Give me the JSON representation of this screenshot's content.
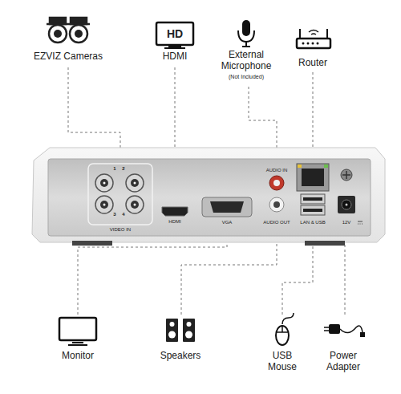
{
  "diagram": {
    "labels": [
      "EZVIZ Cameras",
      "HD",
      "HDMI",
      "External Microphone",
      "(Not Included)",
      "Router",
      "1",
      "2",
      "3",
      "4",
      "VIDEO IN",
      "HDMI",
      "VGA",
      "AUDIO IN",
      "AUDIO OUT",
      "LAN & USB",
      "12V",
      "Monitor",
      "Speakers",
      "USB Mouse",
      "Power Adapter"
    ]
  }
}
